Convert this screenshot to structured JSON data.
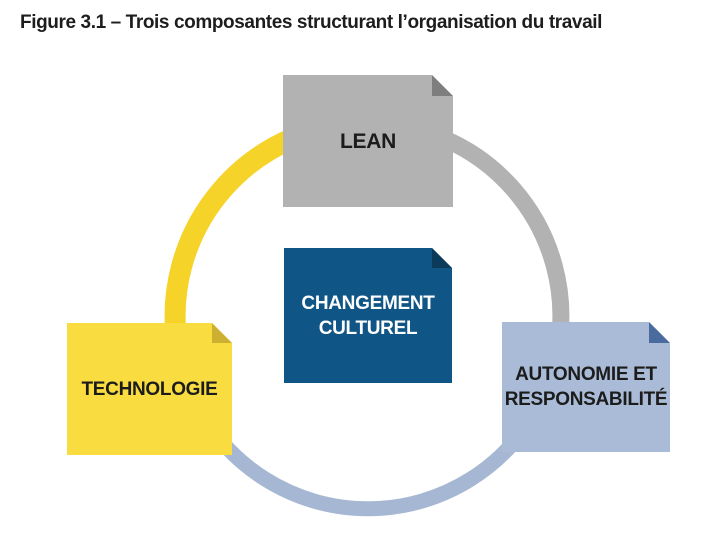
{
  "title": "Figure 3.1 – Trois composantes structurant l’organisation du travail",
  "diagram": {
    "nodes": {
      "lean": {
        "label": "LEAN",
        "color": "#B3B2B2",
        "fold_color": "#7E7E7E",
        "text_color": "#1C1C1C"
      },
      "technologie": {
        "label": "TECHNOLOGIE",
        "color": "#F9DC3F",
        "fold_color": "#CDB032",
        "text_color": "#1C1C1C"
      },
      "autonomie": {
        "line1": "AUTONOMIE ET",
        "line2": "RESPONSABILITÉ",
        "color": "#A9BBD6",
        "fold_color": "#4A6B9D",
        "text_color": "#1C1C1C"
      },
      "changement": {
        "line1": "CHANGEMENT",
        "line2": "CULTUREL",
        "color": "#0F5585",
        "fold_color": "#0C3A5B",
        "text_color": "#FFFFFF"
      }
    },
    "arcs": {
      "left": {
        "name": "lean-to-technologie",
        "color": "#F5D328"
      },
      "right": {
        "name": "lean-to-autonomie",
        "color": "#B3B2B2"
      },
      "bottom": {
        "name": "technologie-to-autonomie",
        "color": "#A6B7D3"
      }
    },
    "background_color": "#FFFFFF"
  }
}
